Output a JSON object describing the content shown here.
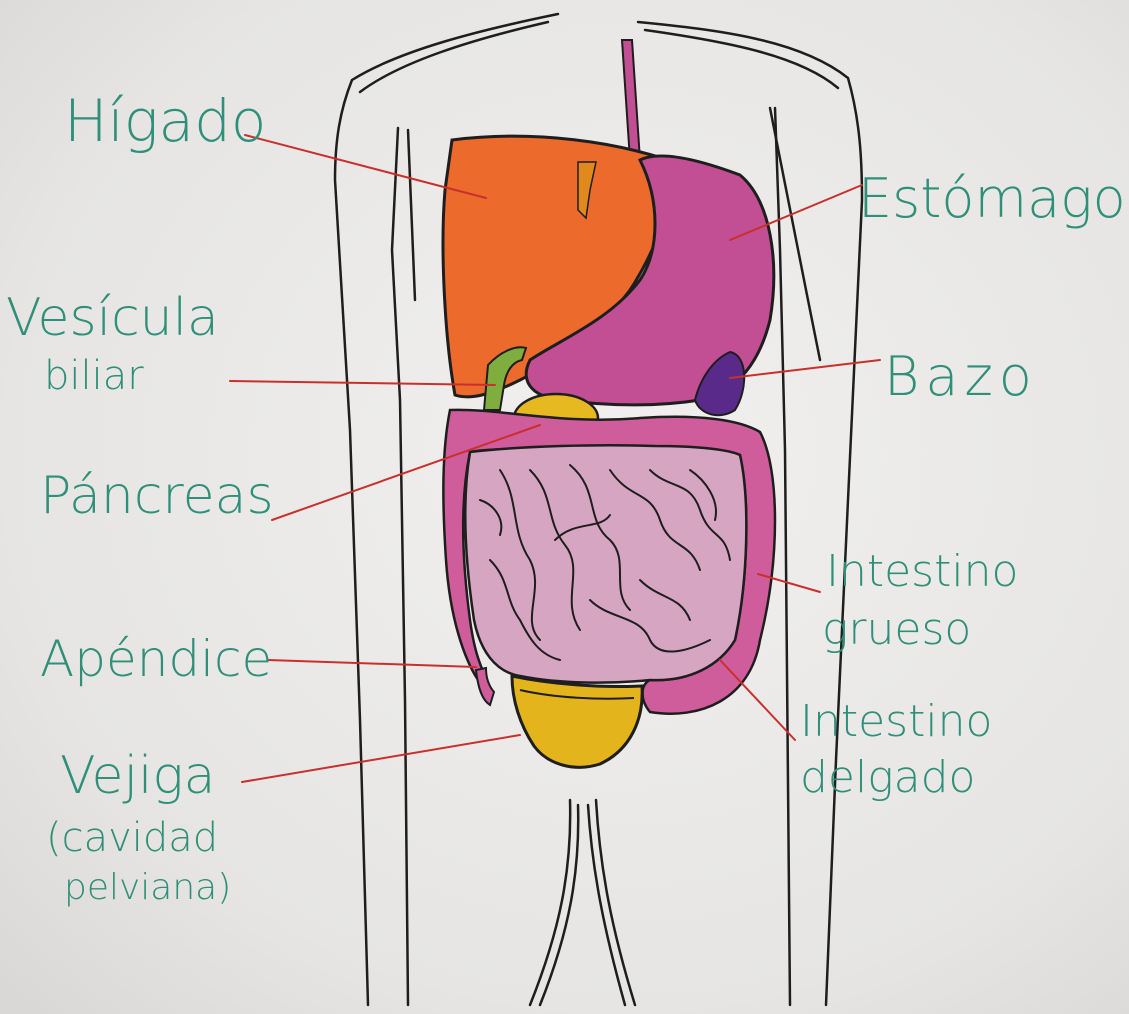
{
  "labels": {
    "higado": "Hígado",
    "estomago": "Estómago",
    "vesicula_l1": "Vesícula",
    "vesicula_l2": "biliar",
    "bazo": "Bazo",
    "pancreas": "Páncreas",
    "int_grueso_l1": "Intestino",
    "int_grueso_l2": "grueso",
    "apendice": "Apéndice",
    "int_delgado_l1": "Intestino",
    "int_delgado_l2": "delgado",
    "vejiga_l1": "Vejiga",
    "vejiga_l2": "(cavidad",
    "vejiga_l3": "pelviana)"
  },
  "colors": {
    "label_ink": "#2f8f78",
    "leader_lines": "#c9302c",
    "outline": "#1e1e1e",
    "liver": "#ec6a2c",
    "stomach": "#c24e93",
    "gallbladder": "#7fae3e",
    "pancreas": "#e7b920",
    "spleen": "#5a2a8a",
    "large_intestine": "#cf5d9c",
    "small_intestine": "#d6a5c2",
    "bladder": "#e3b41c"
  }
}
